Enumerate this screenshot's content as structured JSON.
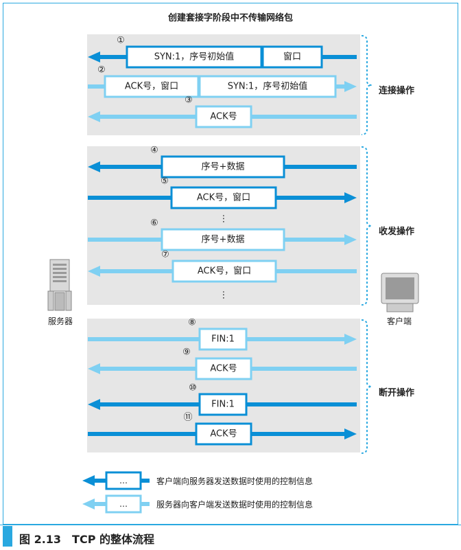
{
  "title": "创建套接字阶段中不传输网络包",
  "phases": [
    {
      "label": "连接操作"
    },
    {
      "label": "收发操作"
    },
    {
      "label": "断开操作"
    }
  ],
  "arrows": [
    {
      "num": "①",
      "dir": "left",
      "style": "dark",
      "boxes": [
        "SYN:1，序号初始值",
        "窗口"
      ]
    },
    {
      "num": "②",
      "dir": "right",
      "style": "light",
      "boxes": [
        "ACK号，窗口",
        "SYN:1，序号初始值"
      ]
    },
    {
      "num": "③",
      "dir": "left",
      "style": "light",
      "boxes": [
        "ACK号"
      ]
    },
    {
      "num": "④",
      "dir": "left",
      "style": "dark",
      "boxes": [
        "序号+数据"
      ]
    },
    {
      "num": "⑤",
      "dir": "right",
      "style": "dark",
      "boxes": [
        "ACK号，窗口"
      ]
    },
    {
      "num": "⑥",
      "dir": "right",
      "style": "light",
      "boxes": [
        "序号+数据"
      ]
    },
    {
      "num": "⑦",
      "dir": "left",
      "style": "light",
      "boxes": [
        "ACK号，窗口"
      ]
    },
    {
      "num": "⑧",
      "dir": "right",
      "style": "light",
      "boxes": [
        "FIN:1"
      ]
    },
    {
      "num": "⑨",
      "dir": "left",
      "style": "light",
      "boxes": [
        "ACK号"
      ]
    },
    {
      "num": "⑩",
      "dir": "left",
      "style": "dark",
      "boxes": [
        "FIN:1"
      ]
    },
    {
      "num": "⑪",
      "dir": "right",
      "style": "dark",
      "boxes": [
        "ACK号"
      ]
    }
  ],
  "ellipsis": "⋮",
  "server_label": "服务器",
  "client_label": "客户端",
  "legend": [
    {
      "style": "dark",
      "box": "…",
      "text": "客户端向服务器发送数据时使用的控制信息"
    },
    {
      "style": "light",
      "box": "…",
      "text": "服务器向客户端发送数据时使用的控制信息"
    }
  ],
  "caption": "图 2.13　TCP 的整体流程",
  "colors": {
    "dark": "#0a8fd6",
    "light": "#7fd0f2",
    "panel": "#e6e6e6",
    "accent": "#29a8e0"
  }
}
